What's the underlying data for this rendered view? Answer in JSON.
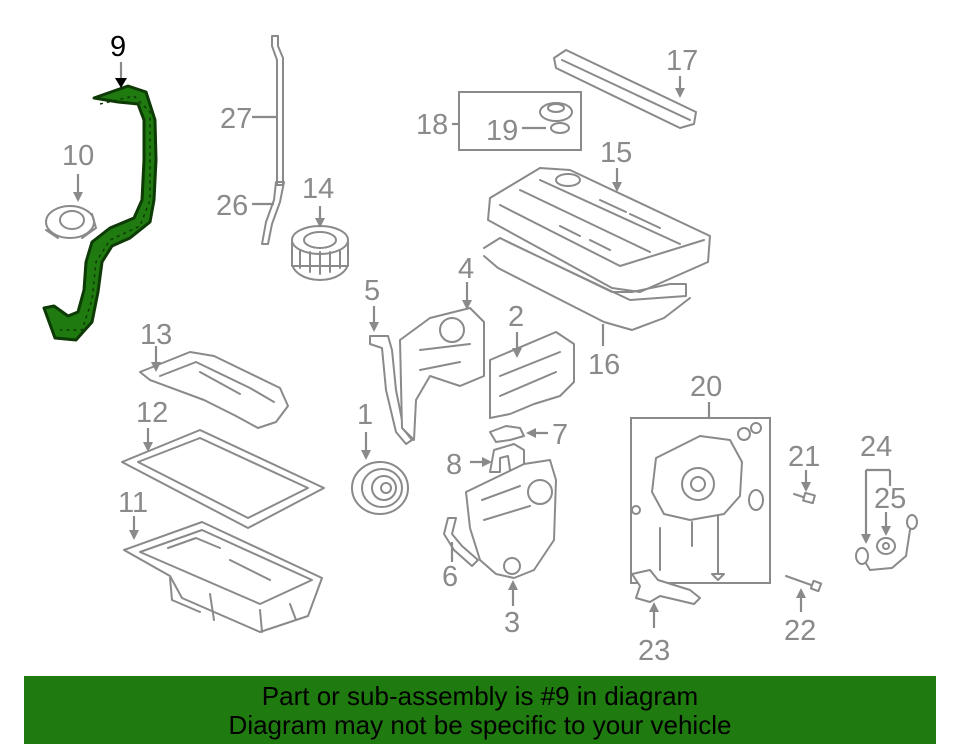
{
  "diagram": {
    "highlight_color": "#1f7a0f",
    "highlighted_part": "9",
    "labels": {
      "p1": "1",
      "p2": "2",
      "p3": "3",
      "p4": "4",
      "p5": "5",
      "p6": "6",
      "p7": "7",
      "p8": "8",
      "p9": "9",
      "p10": "10",
      "p11": "11",
      "p12": "12",
      "p13": "13",
      "p14": "14",
      "p15": "15",
      "p16": "16",
      "p17": "17",
      "p18": "18",
      "p19": "19",
      "p20": "20",
      "p21": "21",
      "p22": "22",
      "p23": "23",
      "p24": "24",
      "p25": "25",
      "p26": "26",
      "p27": "27"
    }
  },
  "footer": {
    "line1": "Part or sub-assembly is #9 in diagram",
    "line2": "Diagram may not be specific to your vehicle",
    "background": "#1f7a0f"
  }
}
